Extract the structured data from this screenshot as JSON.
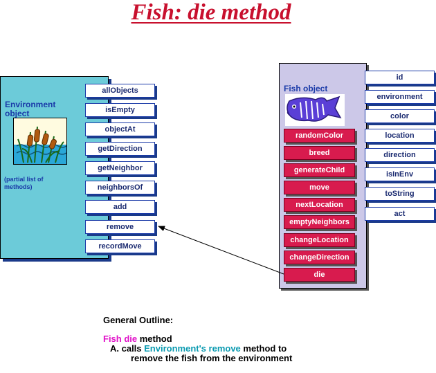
{
  "title": "Fish: die method",
  "environment": {
    "title": "Environment object",
    "note": "(partial list of methods)",
    "methods": [
      "allObjects",
      "isEmpty",
      "objectAt",
      "getDirection",
      "getNeighbor",
      "neighborsOf",
      "add",
      "remove",
      "recordMove"
    ]
  },
  "fish": {
    "title": "Fish object",
    "private_methods": [
      "randomColor",
      "breed",
      "generateChild",
      "move",
      "nextLocation",
      "emptyNeighbors",
      "changeLocation",
      "changeDirection",
      "die"
    ],
    "public_methods": [
      "id",
      "environment",
      "color",
      "location",
      "direction",
      "isInEnv",
      "toString",
      "act"
    ]
  },
  "outline": {
    "heading": "General Outline:",
    "line1_a": "Fish die",
    "line1_b": " method",
    "line2_a": "A.  calls ",
    "line2_b": "Environment's remove",
    "line2_c": " method to",
    "line3": "remove the fish from the environment"
  },
  "colors": {
    "title": "#c8102e",
    "environment_panel": "#6ccbd9",
    "fish_panel": "#ccc8e8",
    "private_button": "#d81b4e",
    "highlight_magenta": "#e010c8",
    "highlight_teal": "#0a9ab0"
  }
}
